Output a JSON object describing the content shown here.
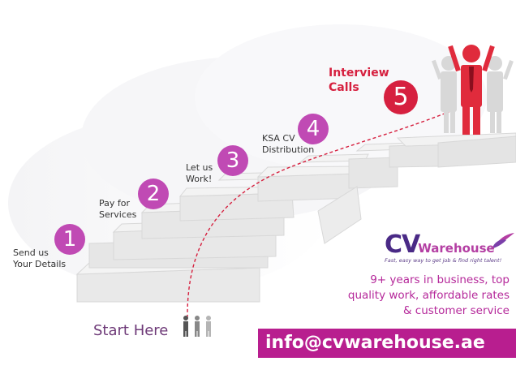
{
  "steps": [
    {
      "number": "1",
      "label_line1": "Send us",
      "label_line2": "Your Details"
    },
    {
      "number": "2",
      "label_line1": "Pay for",
      "label_line2": "Services"
    },
    {
      "number": "3",
      "label_line1": "Let us",
      "label_line2": "Work!"
    },
    {
      "number": "4",
      "label_line1": "KSA CV",
      "label_line2": "Distribution"
    },
    {
      "number": "5",
      "label_line1": "Interview",
      "label_line2": "Calls"
    }
  ],
  "start_label": "Start Here",
  "brand": {
    "cv": "CV",
    "word": "Warehouse",
    "tagline": "Fast, easy way to get job & find right talent!"
  },
  "pitch": {
    "line1": "9+ years in business, top",
    "line2": "quality work, affordable rates",
    "line3": "& customer service"
  },
  "contact_email": "info@cvwarehouse.ae",
  "colors": {
    "step_circle": "#c04ab4",
    "final_circle": "#d6203f",
    "email_bar": "#b81e8f",
    "pitch_text": "#b5289a",
    "brand_dark": "#4a2a86"
  },
  "icons": [
    "people-group-icon",
    "leader-figure-icon",
    "hummingbird-logo-icon",
    "dashed-path-arrow-icon"
  ]
}
